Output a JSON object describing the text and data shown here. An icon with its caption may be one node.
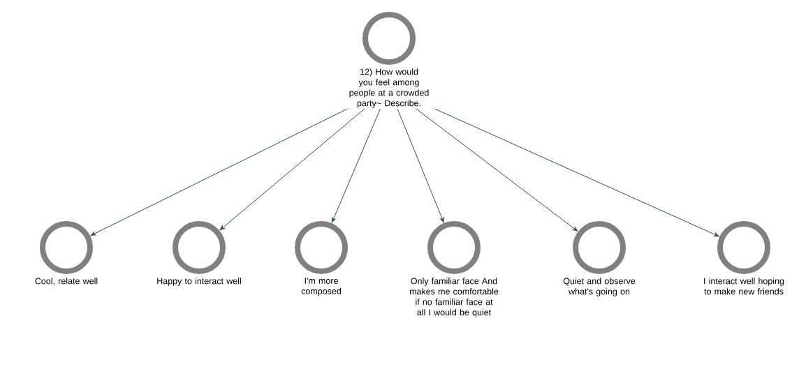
{
  "diagram": {
    "nodes": [
      {
        "text": [
          "12) How would you feel among people at a crowded party~ Describe."
        ]
      },
      {
        "text": [
          "Cool, relate well"
        ]
      },
      {
        "text": [
          "Happy to interact well"
        ]
      },
      {
        "text": [
          "I'm more composed"
        ]
      },
      {
        "text": [
          "Only familiar face And makes me comfortable if no familiar face at all I would be quiet"
        ]
      },
      {
        "text": [
          "Quiet and observe what's going on"
        ]
      },
      {
        "text": [
          "I interact well hoping to make new friends"
        ]
      }
    ],
    "edges": [
      {
        "from": 0,
        "to": 1,
        "arrow": "to"
      },
      {
        "from": 0,
        "to": 2,
        "arrow": "to"
      },
      {
        "from": 0,
        "to": 3,
        "arrow": "to"
      },
      {
        "from": 0,
        "to": 4,
        "arrow": "to"
      },
      {
        "from": 0,
        "to": 5,
        "arrow": "to"
      },
      {
        "from": 0,
        "to": 6,
        "arrow": "to"
      }
    ]
  }
}
